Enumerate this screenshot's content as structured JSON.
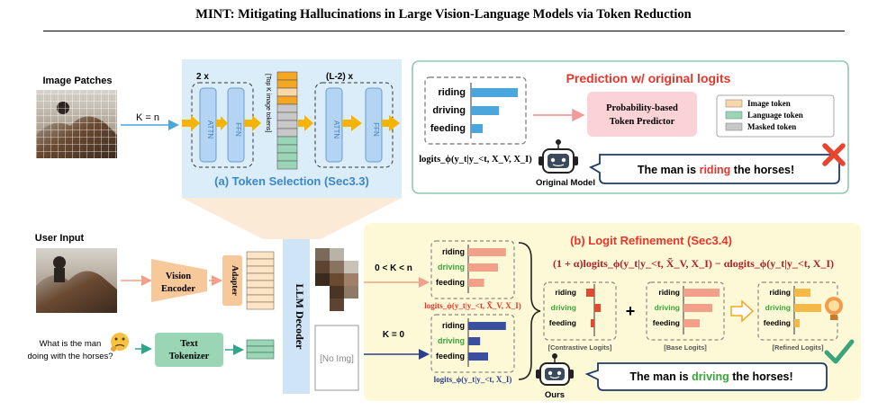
{
  "paper_title": "MINT: Mitigating Hallucinations in Large Vision-Language Models via Token Reduction",
  "top": {
    "image_patches_label": "Image Patches",
    "k_equals_n": "K = n",
    "repeat_2x": "2 x",
    "repeat_l2x": "(L-2) x",
    "attn_label": "ATTN",
    "ffn_label": "FFN",
    "topk_label": "[Top K image tokens]",
    "section_a_title": "(a)  Token Selection (Sec3.3)"
  },
  "prediction": {
    "title": "Prediction w/ original logits",
    "bars": [
      {
        "label": "riding",
        "value": 1.0
      },
      {
        "label": "driving",
        "value": 0.6
      },
      {
        "label": "feeding",
        "value": 0.25
      }
    ],
    "logits_formula": "logits_ϕ(y_t|y_<t, X_V, X_I)",
    "predictor_label_1": "Probability-based",
    "predictor_label_2": "Token Predictor",
    "legend": [
      {
        "label": "Image token",
        "color": "#fad7a8"
      },
      {
        "label": "Language token",
        "color": "#9ad6b6"
      },
      {
        "label": "Masked token",
        "color": "#c8c8c8"
      }
    ],
    "robot_label": "Original   Model",
    "response_pre": "The man is ",
    "response_key": "riding",
    "response_post": " the horses!"
  },
  "bottom": {
    "user_input_label": "User Input",
    "question_line1": "What is the man",
    "question_line2": "doing with the horses?",
    "vision_encoder_1": "Vision",
    "vision_encoder_2": "Encoder",
    "adapter_label": "Adapter",
    "text_tokenizer_1": "Text",
    "text_tokenizer_2": "Tokenizer",
    "llm_decoder_label": "LLM Decoder",
    "no_img_label": "[No Img]",
    "k_range": "0 < K < n",
    "k_zero": "K = 0",
    "pruned_logits": "logits_ϕ(y_t|y_<t, X̃_V, X_I)",
    "zero_logits": "logits_ϕ(y_t|y_<t, X_I)"
  },
  "refinement": {
    "title": "(b)  Logit Refinement (Sec3.4)",
    "formula": "(1 + α)logits_ϕ(y_t|y_<t, X̃_V, X_I) − αlogits_ϕ(y_t|y_<t, X_I)",
    "contrastive_caption": "[Contrastive Logits]",
    "base_caption": "[Base Logits]",
    "refined_caption": "[Refined Logits]",
    "robot_label": "Ours",
    "response_pre": "The man is ",
    "response_key": "driving",
    "response_post": " the horses!"
  },
  "labels": [
    "riding",
    "driving",
    "feeding"
  ],
  "charts": {
    "pred_bars": [
      1.0,
      0.6,
      0.25
    ],
    "pruned_bars": [
      0.95,
      0.75,
      0.4
    ],
    "zero_bars": [
      0.95,
      0.3,
      0.5
    ],
    "contrastive_bars": [
      -0.45,
      0.35,
      -0.2
    ],
    "base_bars": [
      1.0,
      0.8,
      0.45
    ],
    "refined_bars": [
      0.6,
      1.0,
      0.2
    ]
  },
  "colors": {
    "blue_bar": "#4aa6db",
    "salmon_bar": "#f3a08a",
    "navy_bar": "#3b4fa0",
    "red_bar": "#e2492f",
    "orange_bar": "#f7b84a",
    "token_orange": "#f5a623",
    "attn_fill": "#b3d4f2",
    "panel_blue": "#dcedfa",
    "panel_yellow": "#fdf9d6",
    "green_text": "#3aa53a",
    "red_text": "#e8352b"
  }
}
